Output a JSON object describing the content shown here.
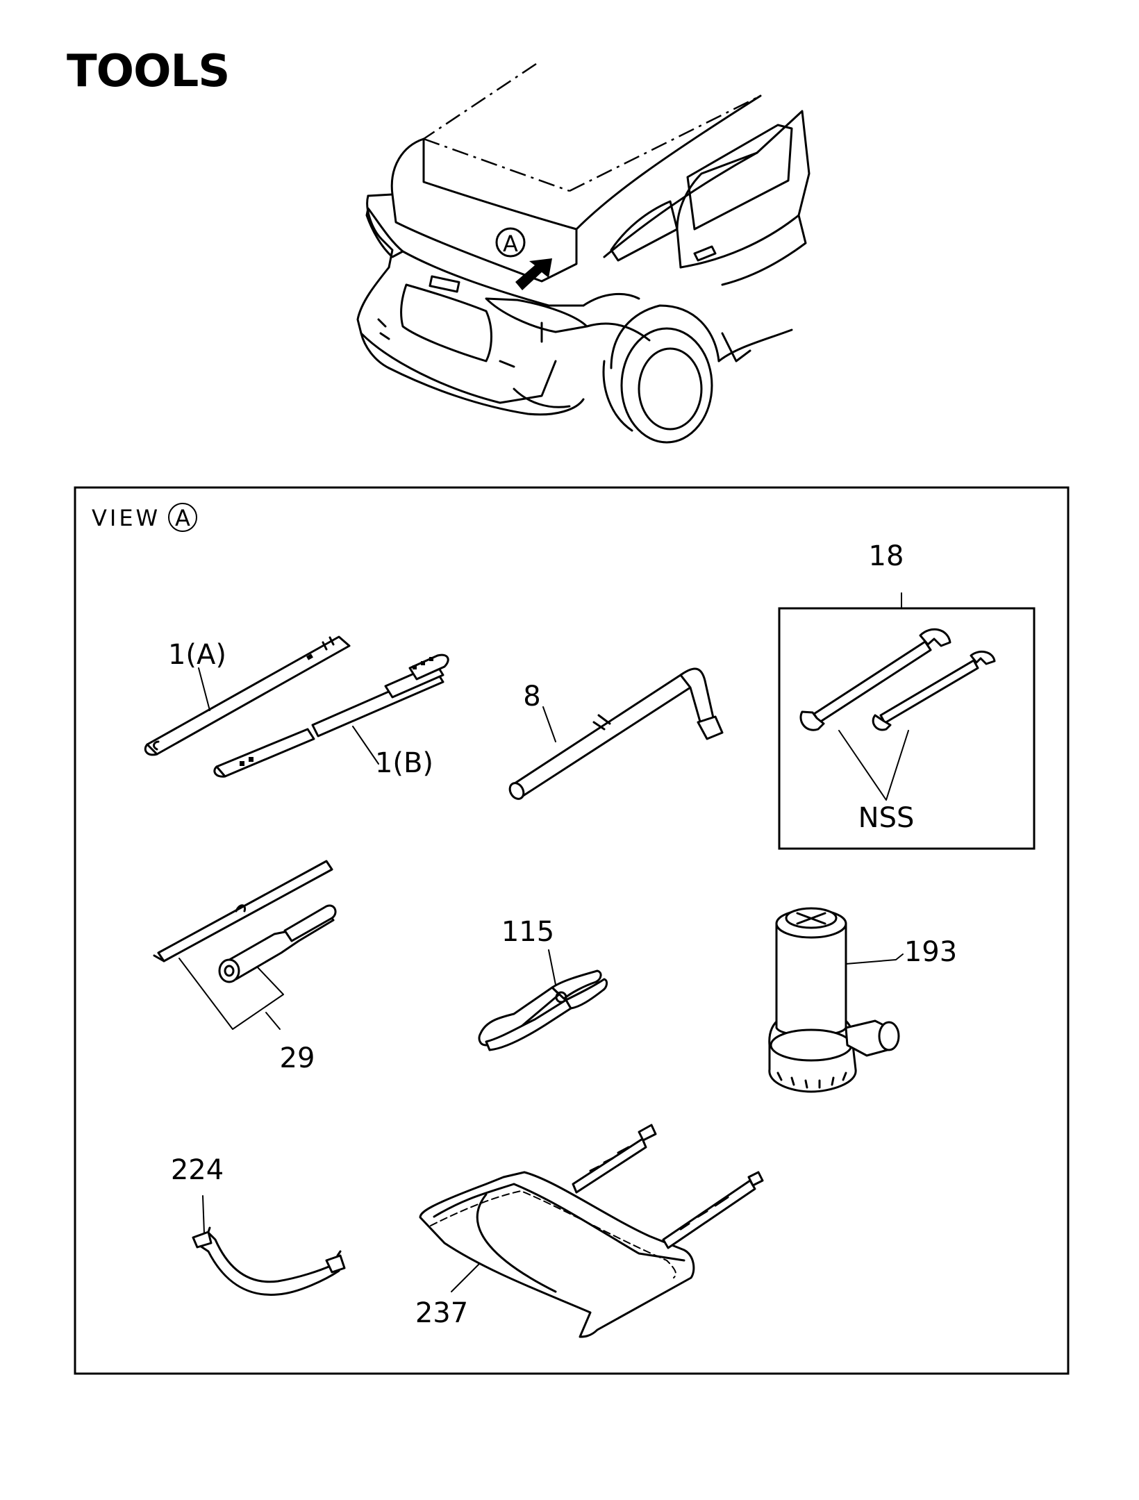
{
  "title": "TOOLS",
  "view_label": "VIEW",
  "view_marker": "A",
  "vehicle_marker": "A",
  "parts": [
    {
      "label": "1(A)"
    },
    {
      "label": "1(B)"
    },
    {
      "label": "8"
    },
    {
      "label": "18"
    },
    {
      "label": "NSS"
    },
    {
      "label": "29"
    },
    {
      "label": "115"
    },
    {
      "label": "193"
    },
    {
      "label": "224"
    },
    {
      "label": "237"
    }
  ]
}
